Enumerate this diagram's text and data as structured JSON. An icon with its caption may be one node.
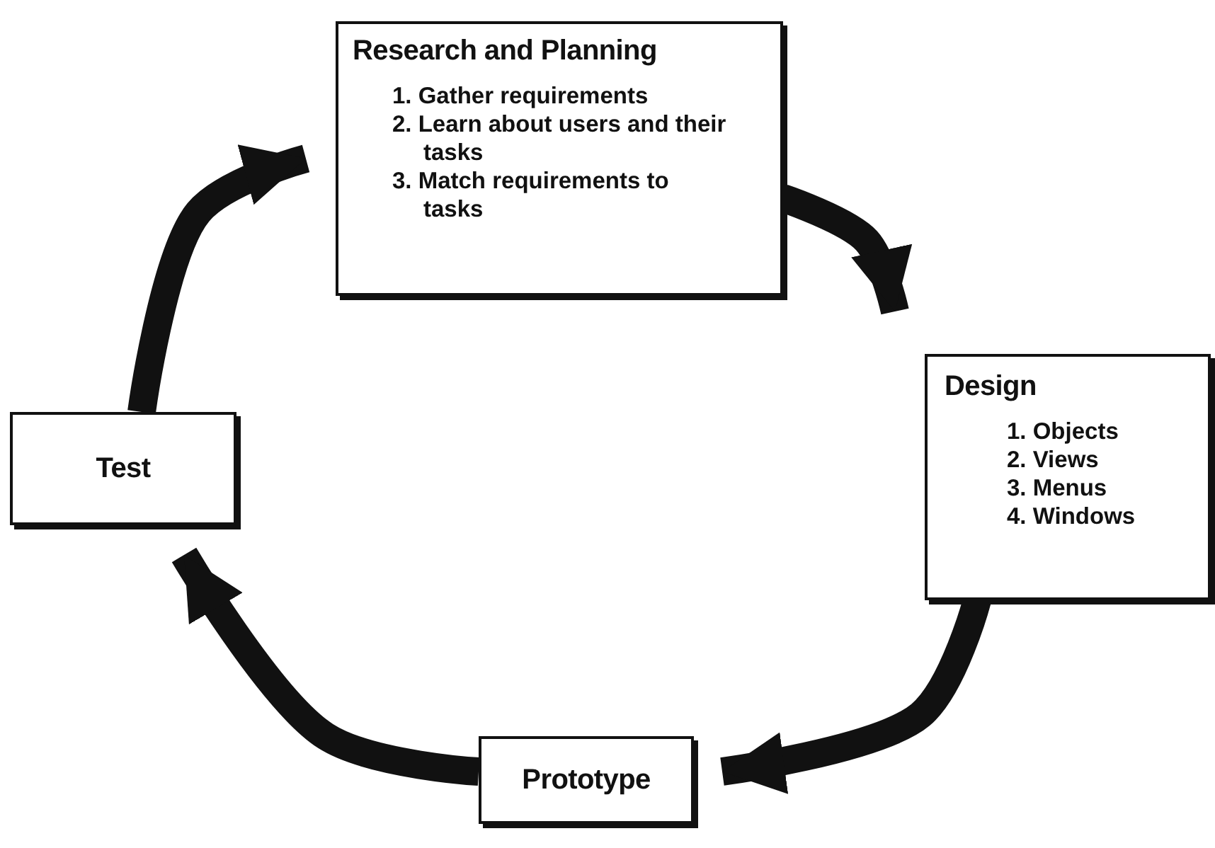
{
  "diagram": {
    "nodes": [
      {
        "text": [
          "Research and Planning",
          "1. Gather requirements",
          "2. Learn about users and their tasks",
          "3. Match requirements to tasks"
        ]
      },
      {
        "text": [
          "Design",
          "1. Objects",
          "2. Views",
          "3. Menus",
          "4. Windows"
        ]
      },
      {
        "text": [
          "Prototype"
        ]
      },
      {
        "text": [
          "Test"
        ]
      }
    ],
    "edges": [
      {
        "from": 0,
        "to": 1,
        "arrow": "to"
      },
      {
        "from": 1,
        "to": 2,
        "arrow": "to"
      },
      {
        "from": 2,
        "to": 3,
        "arrow": "to"
      },
      {
        "from": 3,
        "to": 0,
        "arrow": "to"
      }
    ]
  }
}
